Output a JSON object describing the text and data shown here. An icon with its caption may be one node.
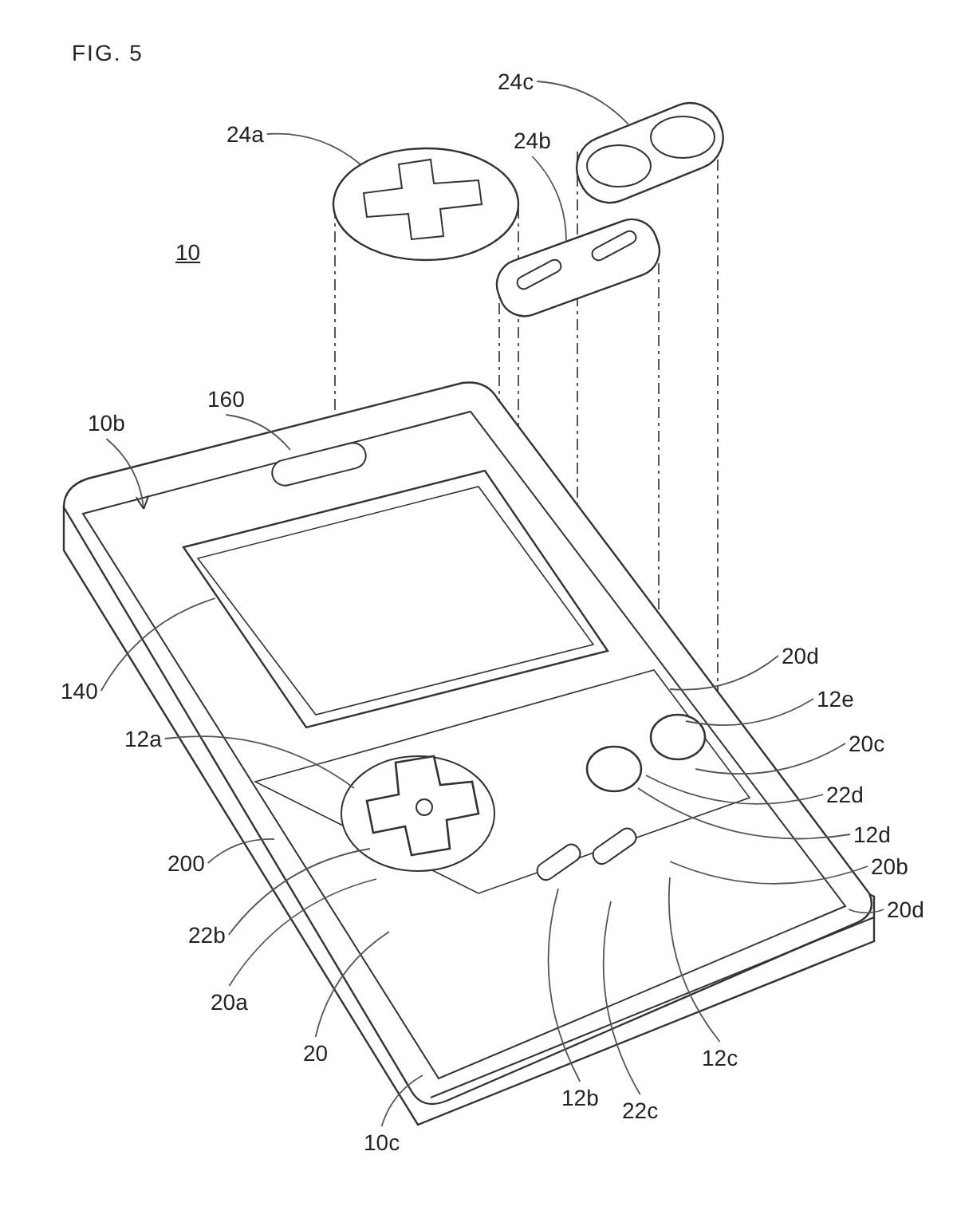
{
  "diagram": {
    "title": "FIG. 5",
    "nodes": [
      {
        "text": [
          "24c"
        ]
      },
      {
        "text": [
          "24a"
        ]
      },
      {
        "text": [
          "24b"
        ]
      },
      {
        "text": [
          "160"
        ]
      },
      {
        "text": [
          "10b"
        ]
      },
      {
        "text": [
          "140"
        ]
      },
      {
        "text": [
          "20d"
        ]
      },
      {
        "text": [
          "12e"
        ]
      },
      {
        "text": [
          "20c"
        ]
      },
      {
        "text": [
          "12a"
        ]
      },
      {
        "text": [
          "22d"
        ]
      },
      {
        "text": [
          "12d"
        ]
      },
      {
        "text": [
          "200"
        ]
      },
      {
        "text": [
          "20b"
        ]
      },
      {
        "text": [
          "20d"
        ]
      },
      {
        "text": [
          "22b"
        ]
      },
      {
        "text": [
          "20a"
        ]
      },
      {
        "text": [
          "20"
        ]
      },
      {
        "text": [
          "12c"
        ]
      },
      {
        "text": [
          "12b"
        ]
      },
      {
        "text": [
          "22c"
        ]
      },
      {
        "text": [
          "10c"
        ]
      },
      {
        "text": [],
        "shape": "picture"
      },
      {
        "text": [],
        "shape": "picture"
      },
      {
        "text": [],
        "shape": "picture"
      }
    ],
    "edges": [
      {
        "from": 0,
        "to": 24,
        "arrow": "none"
      },
      {
        "from": 1,
        "to": 22,
        "arrow": "none"
      },
      {
        "from": 2,
        "to": 23,
        "arrow": "none"
      },
      {
        "from": 3,
        "to": null,
        "arrow": "none"
      },
      {
        "from": 4,
        "to": null,
        "arrow": "to"
      },
      {
        "from": 5,
        "to": null,
        "arrow": "none"
      },
      {
        "from": 6,
        "to": null,
        "arrow": "none"
      },
      {
        "from": 7,
        "to": null,
        "arrow": "none"
      },
      {
        "from": 8,
        "to": null,
        "arrow": "none"
      },
      {
        "from": 9,
        "to": null,
        "arrow": "none"
      },
      {
        "from": 10,
        "to": null,
        "arrow": "none"
      },
      {
        "from": 11,
        "to": null,
        "arrow": "none"
      },
      {
        "from": 12,
        "to": null,
        "arrow": "none"
      },
      {
        "from": 13,
        "to": null,
        "arrow": "none"
      },
      {
        "from": 14,
        "to": null,
        "arrow": "none"
      },
      {
        "from": 15,
        "to": null,
        "arrow": "none"
      },
      {
        "from": 16,
        "to": null,
        "arrow": "none"
      },
      {
        "from": 17,
        "to": null,
        "arrow": "none"
      },
      {
        "from": 18,
        "to": null,
        "arrow": "none"
      },
      {
        "from": 19,
        "to": null,
        "arrow": "none"
      },
      {
        "from": 20,
        "to": null,
        "arrow": "none"
      },
      {
        "from": 21,
        "to": null,
        "arrow": "none"
      }
    ],
    "labels": [
      "10"
    ]
  }
}
